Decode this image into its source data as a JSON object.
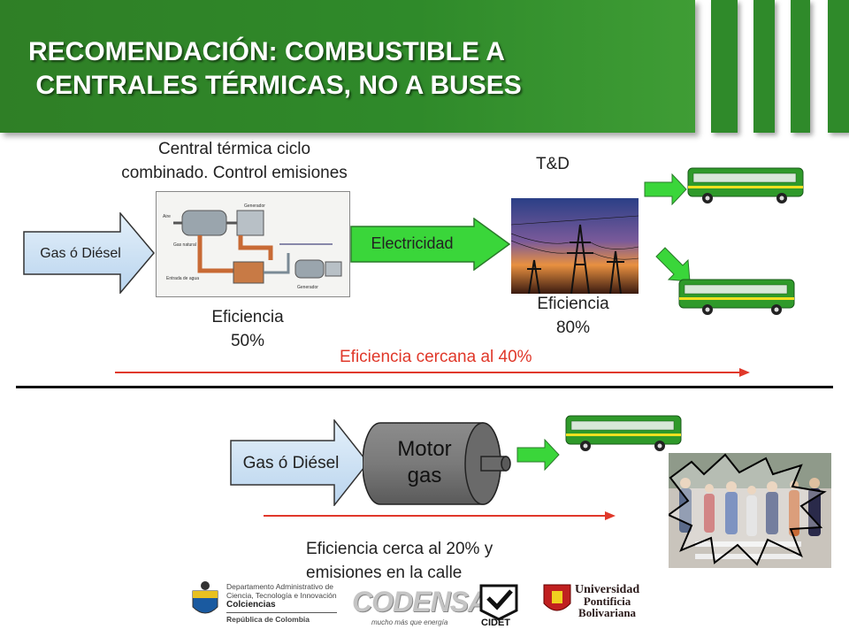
{
  "header": {
    "title_line1": "RECOMENDACIÓN: COMBUSTIBLE A",
    "title_line2": " CENTRALES TÉRMICAS, NO A BUSES"
  },
  "top": {
    "input_label": "Gas ó Diésel",
    "plant_caption_line1": "Central térmica ciclo",
    "plant_caption_line2": "combinado. Control emisiones",
    "plant_eff_line1": "Eficiencia",
    "plant_eff_line2": "50%",
    "electricity_label": "Electricidad",
    "td_label": "T&D",
    "td_eff_line1": "Eficiencia",
    "td_eff_line2": "80%",
    "overall": "Eficiencia cercana al 40%"
  },
  "bottom": {
    "input_label": "Gas ó Diésel",
    "motor_line1": "Motor",
    "motor_line2": "gas",
    "caption_line1": "Eficiencia cerca al 20% y",
    "caption_line2": "emisiones en la calle"
  },
  "logos": {
    "colciencias_line1": "Departamento Administrativo de",
    "colciencias_line2": "Ciencia, Tecnología e Innovación",
    "colciencias_name": "Colciencias",
    "colciencias_country": "República de Colombia",
    "codensa": "CODENSA",
    "codensa_tagline": "mucho más que energía",
    "cidet": "CIDET",
    "upb_line1": "Universidad",
    "upb_line2": "Pontificia",
    "upb_line3": "Bolivariana"
  },
  "colors": {
    "header_green": "#2f8a2a",
    "bus_green": "#2f9a2a",
    "arrow_green": "#3ad63a",
    "accent_red": "#e0382a"
  }
}
